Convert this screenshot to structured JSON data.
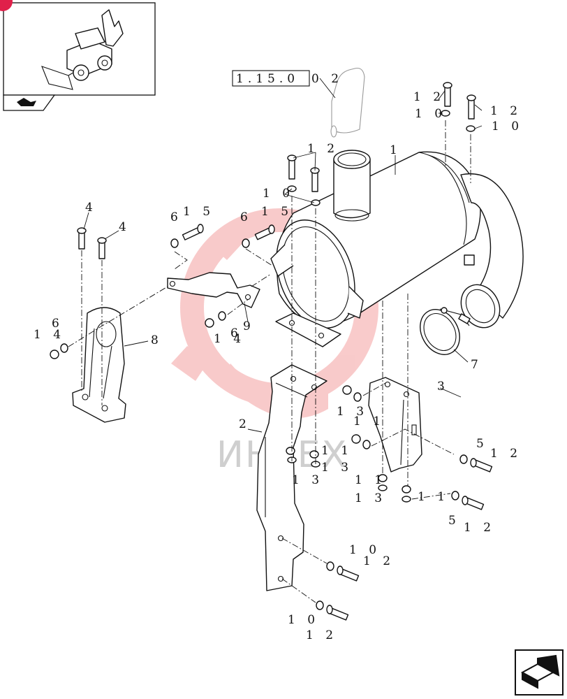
{
  "diagram": {
    "reference_label": "1.15.0",
    "reference_suffix": "0 2",
    "watermark": "ИНТЕХ",
    "callouts": [
      {
        "id": "c1",
        "text": "1"
      },
      {
        "id": "c2",
        "text": "2"
      },
      {
        "id": "c3",
        "text": "3"
      },
      {
        "id": "c4a",
        "text": "4"
      },
      {
        "id": "c4b",
        "text": "4"
      },
      {
        "id": "c5a",
        "text": "5"
      },
      {
        "id": "c5b",
        "text": "5"
      },
      {
        "id": "c6a",
        "text": "6"
      },
      {
        "id": "c6b",
        "text": "6"
      },
      {
        "id": "c6c",
        "text": "6"
      },
      {
        "id": "c6d",
        "text": "6"
      },
      {
        "id": "c7",
        "text": "7"
      },
      {
        "id": "c8",
        "text": "8"
      },
      {
        "id": "c9",
        "text": "9"
      },
      {
        "id": "c10a",
        "text": "1 0"
      },
      {
        "id": "c10b",
        "text": "1 0"
      },
      {
        "id": "c10c",
        "text": "1 0"
      },
      {
        "id": "c10d",
        "text": "1 0"
      },
      {
        "id": "c10e",
        "text": "1 0"
      },
      {
        "id": "c11a",
        "text": "1 1"
      },
      {
        "id": "c11b",
        "text": "1 1"
      },
      {
        "id": "c11c",
        "text": "1 1"
      },
      {
        "id": "c11d",
        "text": "1 1"
      },
      {
        "id": "c12a",
        "text": "1 2"
      },
      {
        "id": "c12b",
        "text": "1 2"
      },
      {
        "id": "c12c",
        "text": "1 2"
      },
      {
        "id": "c12d",
        "text": "1 2"
      },
      {
        "id": "c12e",
        "text": "1 2"
      },
      {
        "id": "c12f",
        "text": "1 2"
      },
      {
        "id": "c12g",
        "text": "1 2"
      },
      {
        "id": "c13a",
        "text": "1 3"
      },
      {
        "id": "c13b",
        "text": "1 3"
      },
      {
        "id": "c13c",
        "text": "1 3"
      },
      {
        "id": "c13d",
        "text": "1 3"
      },
      {
        "id": "c14a",
        "text": "1 4"
      },
      {
        "id": "c14b",
        "text": "1 4"
      },
      {
        "id": "c15a",
        "text": "1 5"
      },
      {
        "id": "c15b",
        "text": "1 5"
      }
    ]
  },
  "icons": {
    "thumbnail": "backhoe-loader-thumbnail-icon",
    "thumb_nav": "page-arrow-icon",
    "next_page": "next-page-arrow-icon"
  },
  "colors": {
    "ink": "#111111",
    "watermark_red": "#f4a0a0",
    "badge": "#e0204a"
  }
}
